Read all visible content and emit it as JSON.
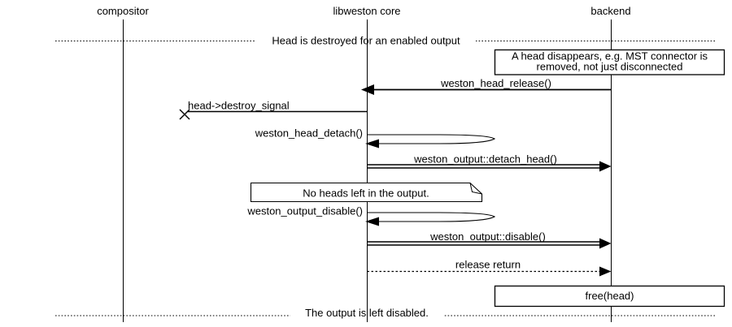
{
  "colors": {
    "background": "#ffffff",
    "line": "#000000",
    "box_fill": "#ffffff"
  },
  "participants": [
    {
      "label": "compositor"
    },
    {
      "label": "libweston core"
    },
    {
      "label": "backend"
    }
  ],
  "dividers": [
    {
      "text": "Head is destroyed for an enabled output"
    },
    {
      "text": "The output is left disabled."
    }
  ],
  "boxes": [
    {
      "on": "backend",
      "lines": [
        "A head disappears, e.g. MST connector is",
        "removed, not just disconnected"
      ]
    },
    {
      "on": "backend",
      "lines": [
        "free(head)"
      ]
    }
  ],
  "note": {
    "text": "No heads left in the output."
  },
  "messages": [
    {
      "label": "weston_head_release()",
      "from": "backend",
      "to": "libweston core",
      "type": "call"
    },
    {
      "label": "head->destroy_signal",
      "from": "libweston core",
      "to": "lost",
      "type": "lost-signal"
    },
    {
      "label": "weston_head_detach()",
      "from": "libweston core",
      "to": "libweston core",
      "type": "self-call"
    },
    {
      "label": "weston_output::detach_head()",
      "from": "libweston core",
      "to": "backend",
      "type": "method-call"
    },
    {
      "label": "weston_output_disable()",
      "from": "libweston core",
      "to": "libweston core",
      "type": "self-call"
    },
    {
      "label": "weston_output::disable()",
      "from": "libweston core",
      "to": "backend",
      "type": "method-call"
    },
    {
      "label": "release return",
      "from": "libweston core",
      "to": "backend",
      "type": "return"
    }
  ]
}
